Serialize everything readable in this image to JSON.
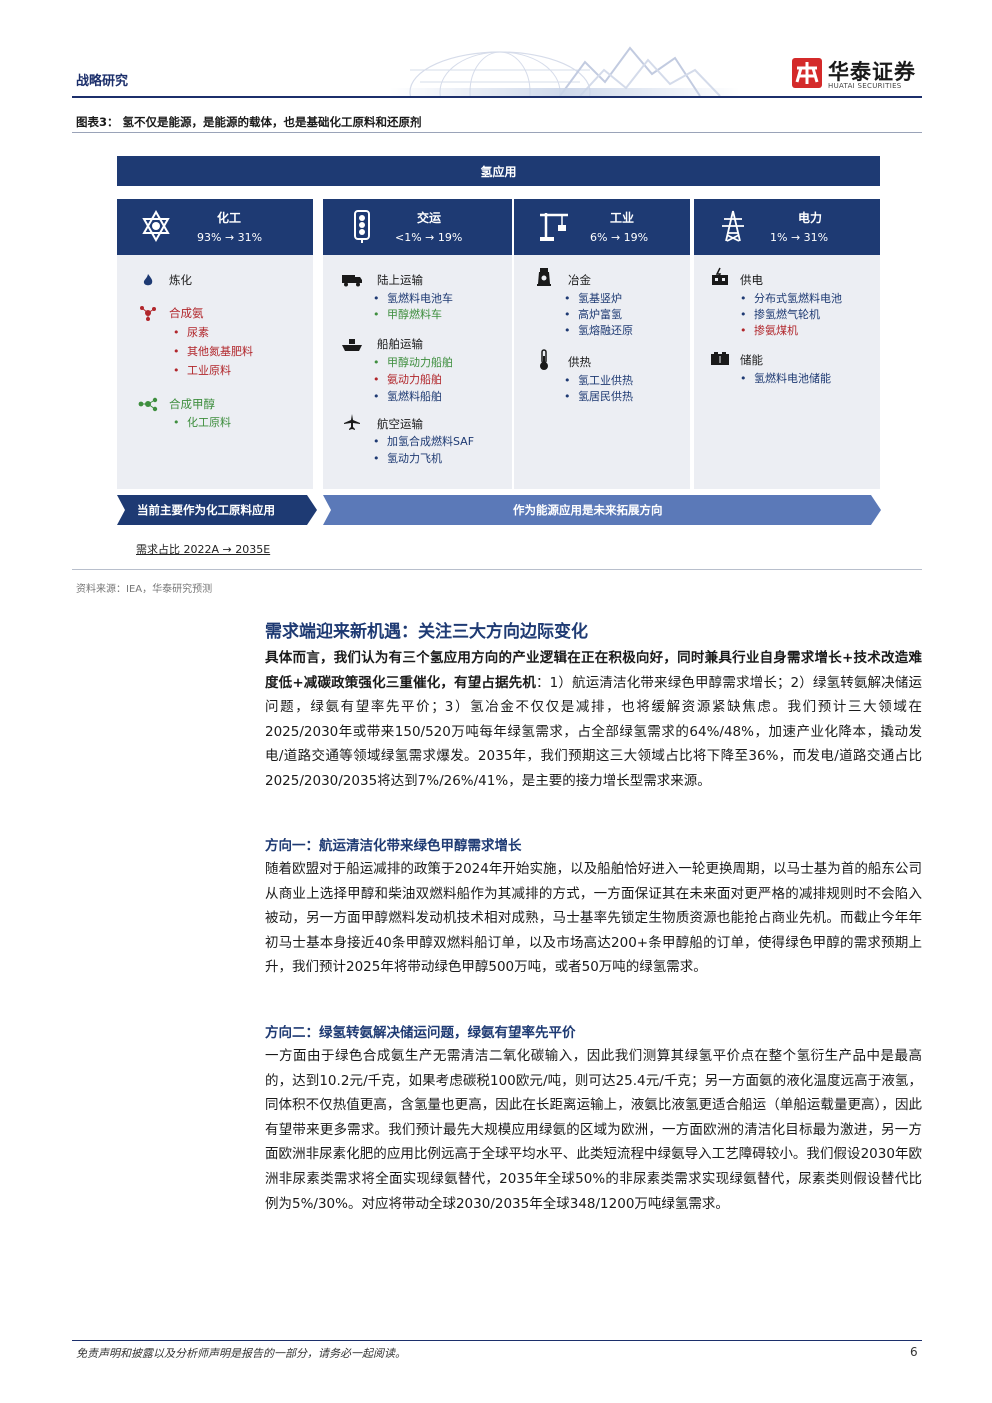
{
  "header": {
    "left_label": "战略研究",
    "logo_cn": "华泰证券",
    "logo_en": "HUATAI SECURITIES"
  },
  "figure": {
    "title": "图表3： 氢不仅是能源，是能源的载体，也是基础化工原料和还原剂",
    "app_bar": "氢应用",
    "columns": [
      {
        "name": "化工",
        "share": "93% → 31%",
        "icon": "atom-star-icon",
        "groups": [
          {
            "label": "炼化",
            "color": "#1a1a1a",
            "icon": "flame-icon",
            "items": []
          },
          {
            "label": "合成氨",
            "color": "#b1262b",
            "icon": "molecule-red-icon",
            "items": [
              {
                "text": "尿素",
                "c": "red"
              },
              {
                "text": "其他氮基肥料",
                "c": "red"
              },
              {
                "text": "工业原料",
                "c": "red"
              }
            ]
          },
          {
            "label": "合成甲醇",
            "color": "#3e8e3e",
            "icon": "molecule-green-icon",
            "items": [
              {
                "text": "化工原料",
                "c": "green"
              }
            ]
          }
        ]
      },
      {
        "name": "交运",
        "share": "<1% → 19%",
        "icon": "traffic-light-icon",
        "groups": [
          {
            "label": "陆上运输",
            "icon": "truck-icon",
            "items": [
              {
                "text": "氢燃料电池车",
                "c": "blue"
              },
              {
                "text": "甲醇燃料车",
                "c": "green"
              }
            ]
          },
          {
            "label": "船舶运输",
            "icon": "ship-icon",
            "items": [
              {
                "text": "甲醇动力船舶",
                "c": "green"
              },
              {
                "text": "氨动力船舶",
                "c": "red"
              },
              {
                "text": "氢燃料船舶",
                "c": "blue"
              }
            ]
          },
          {
            "label": "航空运输",
            "icon": "plane-icon",
            "items": [
              {
                "text": "加氢合成燃料SAF",
                "c": "blue"
              },
              {
                "text": "氢动力飞机",
                "c": "blue"
              }
            ]
          }
        ]
      },
      {
        "name": "工业",
        "share": "6% → 19%",
        "icon": "crane-icon",
        "groups": [
          {
            "label": "冶金",
            "icon": "furnace-icon",
            "items": [
              {
                "text": "氢基竖炉",
                "c": "blue"
              },
              {
                "text": "高炉富氢",
                "c": "blue"
              },
              {
                "text": "氢熔融还原",
                "c": "blue"
              }
            ]
          },
          {
            "label": "供热",
            "icon": "thermometer-icon",
            "items": [
              {
                "text": "氢工业供热",
                "c": "blue"
              },
              {
                "text": "氢居民供热",
                "c": "blue"
              }
            ]
          }
        ]
      },
      {
        "name": "电力",
        "share": "1% → 31%",
        "icon": "power-tower-icon",
        "groups": [
          {
            "label": "供电",
            "icon": "generator-icon",
            "items": [
              {
                "text": "分布式氢燃料电池",
                "c": "blue"
              },
              {
                "text": "掺氢燃气轮机",
                "c": "blue"
              },
              {
                "text": "掺氨煤机",
                "c": "red"
              }
            ]
          },
          {
            "label": "储能",
            "icon": "battery-icon",
            "items": [
              {
                "text": "氢燃料电池储能",
                "c": "blue"
              }
            ]
          }
        ]
      }
    ],
    "arrow_left": "当前主要作为化工原料应用",
    "arrow_right": "作为能源应用是未来拓展方向",
    "demand_note": "需求占比 2022A → 2035E",
    "source": "资料来源：IEA，华泰研究预测"
  },
  "body": {
    "heading": "需求端迎来新机遇：关注三大方向边际变化",
    "intro_bold": "具体而言，我们认为有三个氢应用方向的产业逻辑在正在积极向好，同时兼具行业自身需求增长+技术改造难度低+减碳政策强化三重催化，有望占据先机",
    "intro_rest": "：1）航运清洁化带来绿色甲醇需求增长；2）绿氢转氨解决储运问题，绿氨有望率先平价；3）氢冶金不仅仅是减排，也将缓解资源紧缺焦虑。我们预计三大领域在2025/2030年或带来150/520万吨每年绿氢需求，占全部绿氢需求的64%/48%，加速产业化降本，撬动发电/道路交通等领域绿氢需求爆发。2035年，我们预期这三大领域占比将下降至36%，而发电/道路交通占比2025/2030/2035将达到7%/26%/41%，是主要的接力增长型需求来源。",
    "sec1_title": "方向一：航运清洁化带来绿色甲醇需求增长",
    "sec1_text": "随着欧盟对于船运减排的政策于2024年开始实施，以及船舶恰好进入一轮更换周期，以马士基为首的船东公司从商业上选择甲醇和柴油双燃料船作为其减排的方式，一方面保证其在未来面对更严格的减排规则时不会陷入被动，另一方面甲醇燃料发动机技术相对成熟，马士基率先锁定生物质资源也能抢占商业先机。而截止今年年初马士基本身接近40条甲醇双燃料船订单，以及市场高达200+条甲醇船的订单，使得绿色甲醇的需求预期上升，我们预计2025年将带动绿色甲醇500万吨，或者50万吨的绿氢需求。",
    "sec2_title": "方向二：绿氢转氨解决储运问题，绿氨有望率先平价",
    "sec2_text": "一方面由于绿色合成氨生产无需清洁二氧化碳输入，因此我们测算其绿氢平价点在整个氢衍生产品中是最高的，达到10.2元/千克，如果考虑碳税100欧元/吨，则可达25.4元/千克；另一方面氨的液化温度远高于液氢，同体积不仅热值更高，含氢量也更高，因此在长距离运输上，液氨比液氢更适合船运（单船运载量更高），因此有望带来更多需求。我们预计最先大规模应用绿氨的区域为欧洲，一方面欧洲的清洁化目标最为激进，另一方面欧洲非尿素化肥的应用比例远高于全球平均水平、此类短流程中绿氨导入工艺障碍较小。我们假设2030年欧洲非尿素类需求将全面实现绿氨替代，2035年全球50%的非尿素类需求实现绿氨替代，尿素类则假设替代比例为5%/30%。对应将带动全球2030/2035年全球348/1200万吨绿氢需求。"
  },
  "footer": {
    "disclaimer": "免责声明和披露以及分析师声明是报告的一部分，请务必一起阅读。",
    "page": "6"
  },
  "colors": {
    "navy": "#1e3a73",
    "panel": "#eceef3",
    "red": "#b1262b",
    "green": "#3e8e3e",
    "arrow_light": "#5b79b8"
  }
}
